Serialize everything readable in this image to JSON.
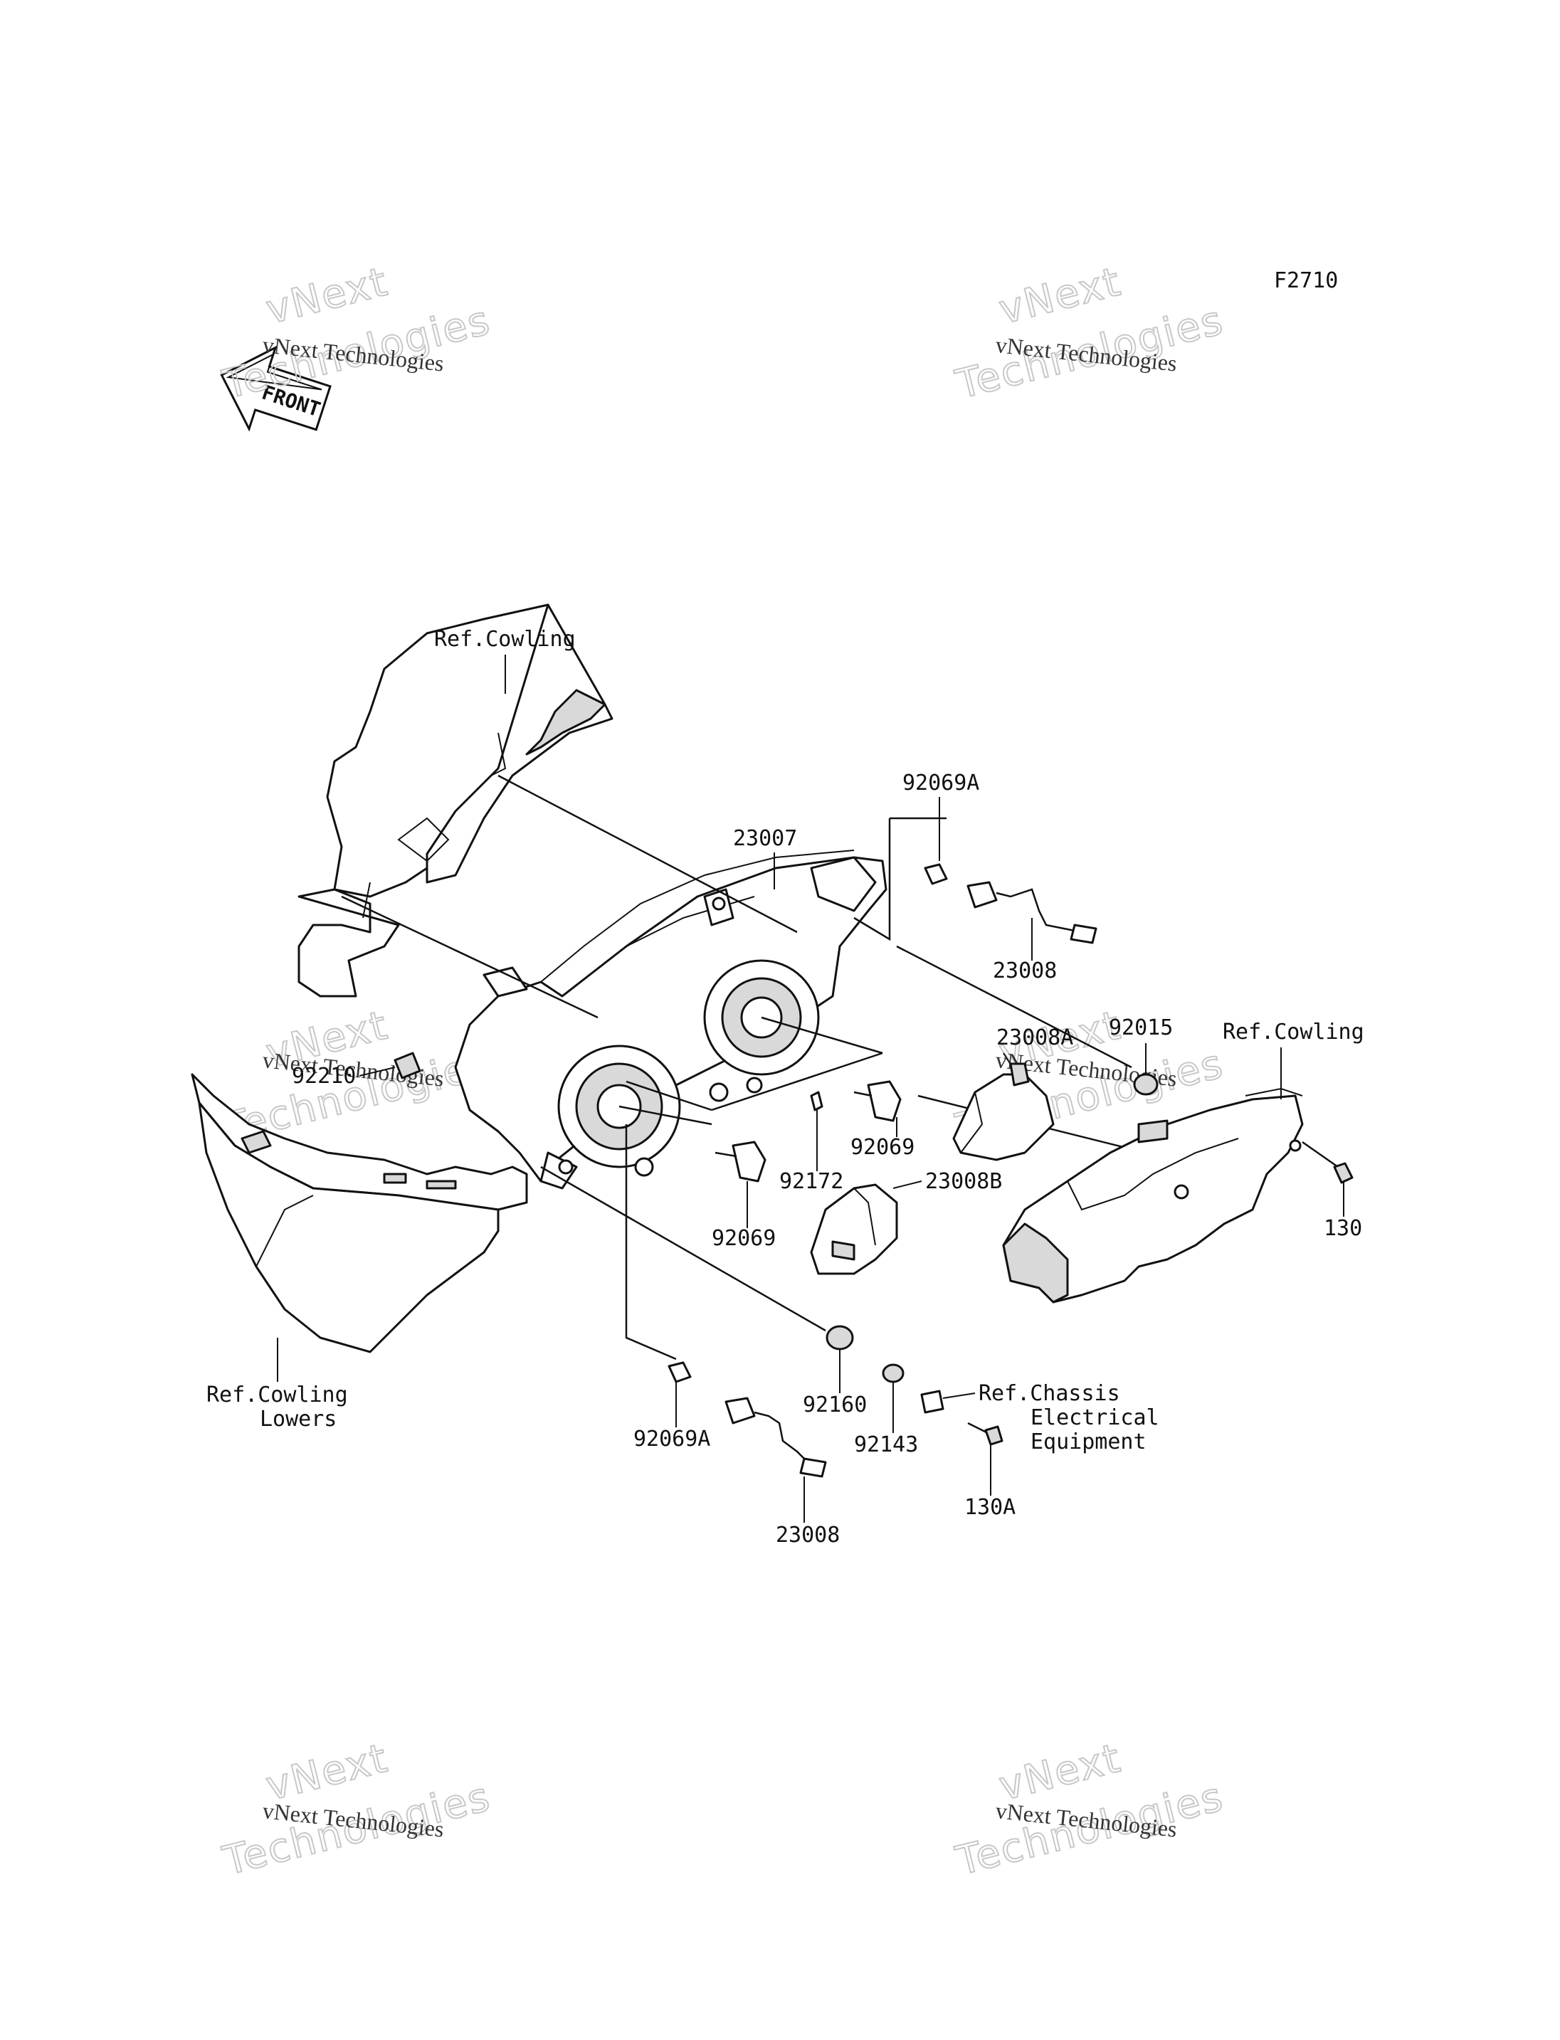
{
  "diagram_code": "F2710",
  "front_badge": "FRONT",
  "watermark": {
    "line1": "vNext Technologies",
    "line2": "vNext",
    "line3": "Technologies"
  },
  "labels": {
    "ref_cowling_top": "Ref.Cowling",
    "p23007": "23007",
    "p92069A_top": "92069A",
    "p23008_top": "23008",
    "p92015": "92015",
    "ref_cowling_right": "Ref.Cowling",
    "p23008A": "23008A",
    "p92210": "92210",
    "p92069_mid": "92069",
    "p92172": "92172",
    "p23008B": "23008B",
    "p92069_low": "92069",
    "p130": "130",
    "ref_cowling_lowers_1": "Ref.Cowling",
    "ref_cowling_lowers_2": "Lowers",
    "p92160": "92160",
    "ref_chassis_1": "Ref.Chassis",
    "ref_chassis_2": "Electrical",
    "ref_chassis_3": "Equipment",
    "p92143": "92143",
    "p92069A_bottom": "92069A",
    "p130A": "130A",
    "p23008_bottom": "23008"
  }
}
